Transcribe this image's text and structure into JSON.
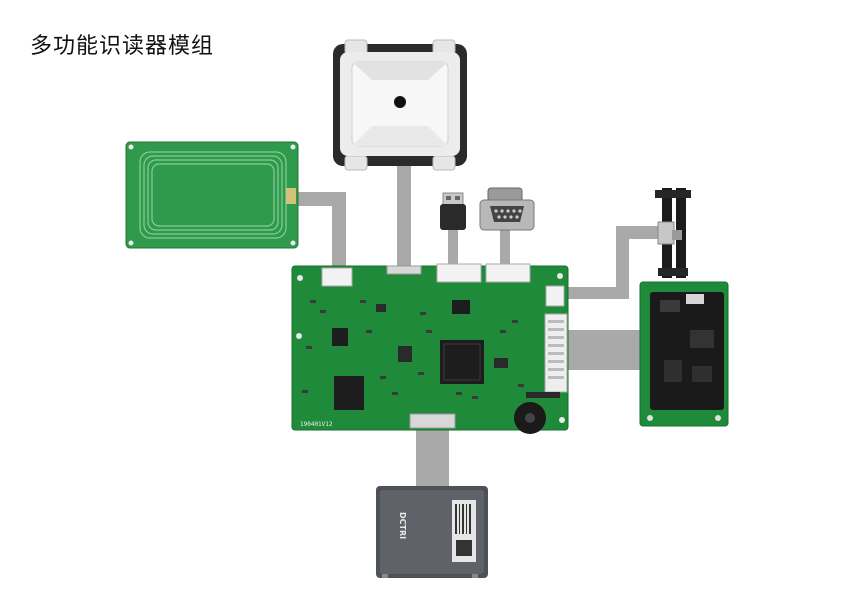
{
  "title": "多功能识读器模组",
  "board": {
    "version_label": "190401V12"
  },
  "modules": {
    "rfid_antenna": {
      "icon": "rfid-coil-icon"
    },
    "barcode_scanner": {
      "icon": "scanner-window-icon"
    },
    "usb_connector": {
      "icon": "usb-plug-icon"
    },
    "serial_connector": {
      "icon": "db9-connector-icon"
    },
    "magnetic_head": {
      "icon": "magstripe-head-icon"
    },
    "card_reader": {
      "icon": "ic-card-slot-icon"
    },
    "slim_module": {
      "brand_label": "DCTRI"
    }
  },
  "colors": {
    "pcb": "#1f8a3a",
    "pcb_dark": "#146b2b",
    "cable": "#a8a8a8",
    "metal": "#5a5d62"
  }
}
